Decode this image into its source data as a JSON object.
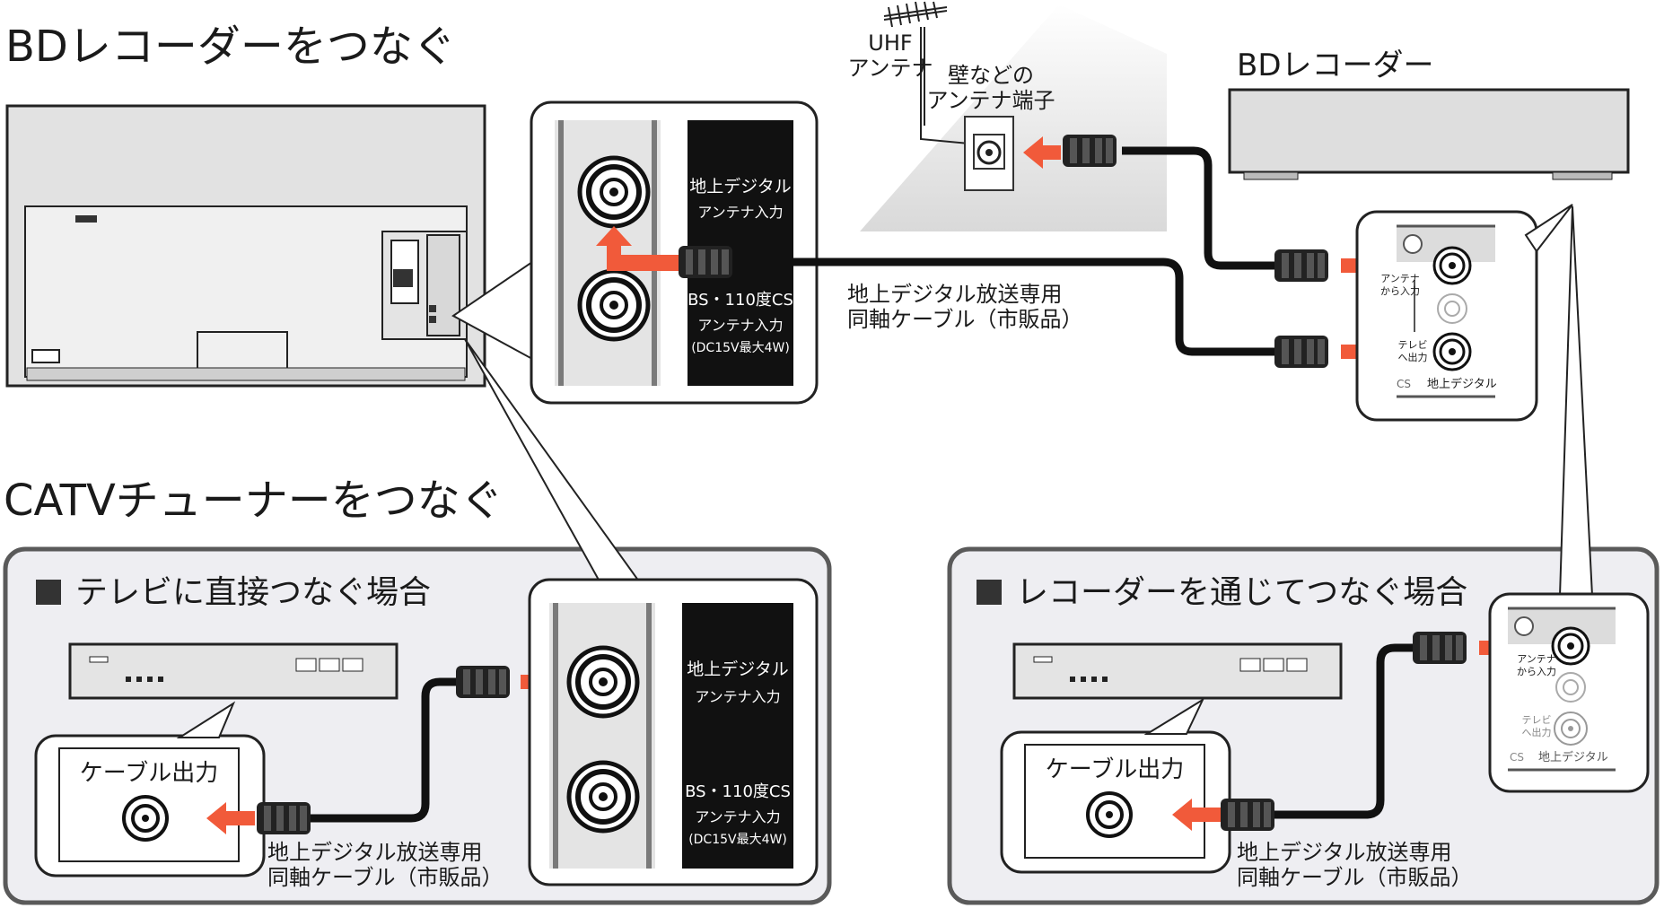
{
  "titles": {
    "bd_section": "BDレコーダーをつなぐ",
    "catv_section": "CATVチューナーをつなぐ"
  },
  "antenna": {
    "uhf_line1": "UHF",
    "uhf_line2": "アンテナ",
    "wall_line1": "壁などの",
    "wall_line2": "アンテナ端子"
  },
  "recorder": {
    "title": "BDレコーダー",
    "port_in_line1": "アンテナ",
    "port_in_line2": "から入力",
    "port_out_line1": "テレビ",
    "port_out_line2": "へ出力",
    "port_bottom_left": "CS",
    "port_bottom_right": "地上デジタル"
  },
  "tv_panel": {
    "terrestrial_label": "地上デジタル",
    "terrestrial_sub": "アンテナ入力",
    "bs_label": "BS・110度CS",
    "bs_sub": "アンテナ入力",
    "bs_power": "(DC15V最大4W)"
  },
  "cable": {
    "line1": "地上デジタル放送専用",
    "line2": "同軸ケーブル（市販品）"
  },
  "catv_direct": {
    "heading": "テレビに直接つなぐ場合",
    "output_label": "ケーブル出力",
    "cable_line1": "地上デジタル放送専用",
    "cable_line2": "同軸ケーブル（市販品）"
  },
  "catv_via_recorder": {
    "heading": "レコーダーを通じてつなぐ場合",
    "output_label": "ケーブル出力",
    "cable_line1": "地上デジタル放送専用",
    "cable_line2": "同軸ケーブル（市販品）"
  },
  "colors": {
    "arrow": "#f15a3a",
    "panel_bg": "#eeeef2",
    "panel_border": "#5a5a5a",
    "device_fill": "#e6e6e6",
    "black": "#111111"
  }
}
